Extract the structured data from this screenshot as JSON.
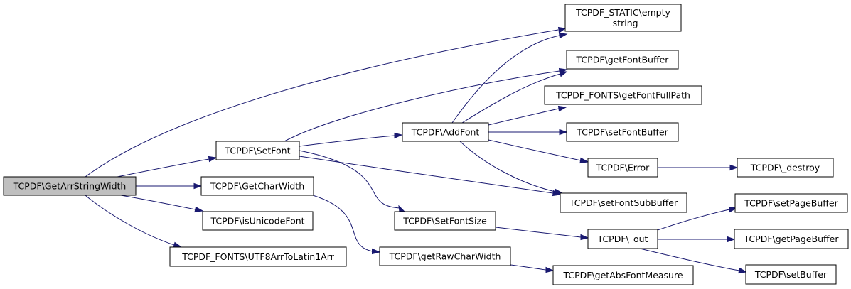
{
  "diagram": {
    "colors": {
      "edge": "#191970",
      "root_fill": "#bfbfbf",
      "node_fill": "#ffffff",
      "border": "#000000"
    },
    "nodes": {
      "getarrstringwidth": "TCPDF\\GetArrStringWidth",
      "setfont": "TCPDF\\SetFont",
      "getcharwidth": "TCPDF\\GetCharWidth",
      "isunicodefont": "TCPDF\\isUnicodeFont",
      "utf8arrtolatin1arr": "TCPDF_FONTS\\UTF8ArrToLatin1Arr",
      "addfont": "TCPDF\\AddFont",
      "setfontsize": "TCPDF\\SetFontSize",
      "getrawcharwidth": "TCPDF\\getRawCharWidth",
      "empty_string_line1": "TCPDF_STATIC\\empty",
      "empty_string_line2": "_string",
      "getfontbuffer": "TCPDF\\getFontBuffer",
      "getfontfullpath": "TCPDF_FONTS\\getFontFullPath",
      "setfontbuffer": "TCPDF\\setFontBuffer",
      "error": "TCPDF\\Error",
      "setfontsubbuffer": "TCPDF\\setFontSubBuffer",
      "out": "TCPDF\\_out",
      "getabsfontmeasure": "TCPDF\\getAbsFontMeasure",
      "destroy": "TCPDF\\_destroy",
      "setpagebuffer": "TCPDF\\setPageBuffer",
      "getpagebuffer": "TCPDF\\getPageBuffer",
      "setbuffer": "TCPDF\\setBuffer"
    },
    "edges": [
      [
        "getarrstringwidth",
        "empty_string"
      ],
      [
        "getarrstringwidth",
        "setfont"
      ],
      [
        "getarrstringwidth",
        "getcharwidth"
      ],
      [
        "getarrstringwidth",
        "isunicodefont"
      ],
      [
        "getarrstringwidth",
        "utf8arrtolatin1arr"
      ],
      [
        "setfont",
        "addfont"
      ],
      [
        "setfont",
        "getfontbuffer"
      ],
      [
        "setfont",
        "setfontsubbuffer"
      ],
      [
        "setfont",
        "setfontsize"
      ],
      [
        "getcharwidth",
        "getrawcharwidth"
      ],
      [
        "addfont",
        "empty_string"
      ],
      [
        "addfont",
        "getfontbuffer"
      ],
      [
        "addfont",
        "getfontfullpath"
      ],
      [
        "addfont",
        "setfontbuffer"
      ],
      [
        "addfont",
        "error"
      ],
      [
        "addfont",
        "setfontsubbuffer"
      ],
      [
        "error",
        "destroy"
      ],
      [
        "setfontsize",
        "out"
      ],
      [
        "getrawcharwidth",
        "getabsfontmeasure"
      ],
      [
        "out",
        "setpagebuffer"
      ],
      [
        "out",
        "getpagebuffer"
      ],
      [
        "out",
        "setbuffer"
      ]
    ]
  }
}
